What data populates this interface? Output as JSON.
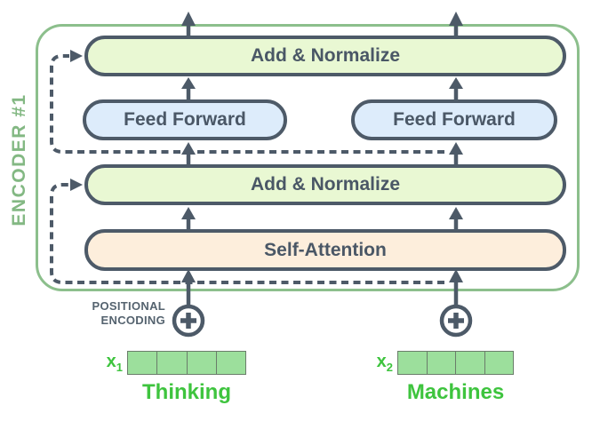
{
  "diagram": {
    "encoder_label": "ENCODER #1",
    "boxes": {
      "add_normalize_top": "Add & Normalize",
      "feed_forward_left": "Feed Forward",
      "feed_forward_right": "Feed Forward",
      "add_normalize_mid": "Add & Normalize",
      "self_attention": "Self-Attention"
    },
    "positional_encoding": {
      "line1": "POSITIONAL",
      "line2": "ENCODING"
    },
    "icons": {
      "positional_add_left": "plus-circle",
      "positional_add_right": "plus-circle"
    },
    "tokens": [
      {
        "label": "x",
        "subscript": "1",
        "word": "Thinking",
        "cells": 4
      },
      {
        "label": "x",
        "subscript": "2",
        "word": "Machines",
        "cells": 4
      }
    ],
    "colors": {
      "encoder_border": "#8cbf8c",
      "encoder_label_text": "#83b883",
      "add_normalize_fill": "#e9f8d3",
      "feed_forward_fill": "#ddecfb",
      "self_attention_fill": "#fdeedc",
      "box_border": "#4d5a68",
      "arrow": "#4d5a68",
      "token_text": "#3ec43e",
      "cell_fill": "#9cdf9c"
    }
  }
}
